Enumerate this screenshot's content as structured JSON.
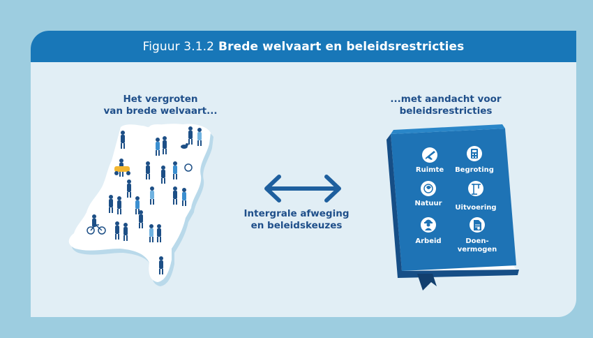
{
  "header": {
    "figure_number": "Figuur 3.1.2",
    "title": "Brede welvaart en beleidsrestricties"
  },
  "left": {
    "caption_line1": "Het vergroten",
    "caption_line2": "van brede welvaart..."
  },
  "middle": {
    "caption_line1": "Intergrale afweging",
    "caption_line2": "en beleidskeuzes"
  },
  "right": {
    "caption_line1": "...met aandacht voor",
    "caption_line2": "beleidsrestricties",
    "items": [
      {
        "label": "Ruimte",
        "icon": "plane-icon"
      },
      {
        "label": "Begroting",
        "icon": "calculator-icon"
      },
      {
        "label": "Natuur",
        "icon": "globe-leaf-icon"
      },
      {
        "label": "Uitvoering",
        "icon": "crane-icon"
      },
      {
        "label": "Arbeid",
        "icon": "worker-icon"
      },
      {
        "label_line1": "Doen-",
        "label_line2": "vermogen",
        "icon": "document-icon"
      }
    ]
  },
  "colors": {
    "background": "#9dcde0",
    "panel": "#e1eef5",
    "header": "#1877b8",
    "text": "#1f4f8a",
    "book": "#1e73b5",
    "book_spine": "#164e86",
    "arrow": "#1e5f9e"
  }
}
